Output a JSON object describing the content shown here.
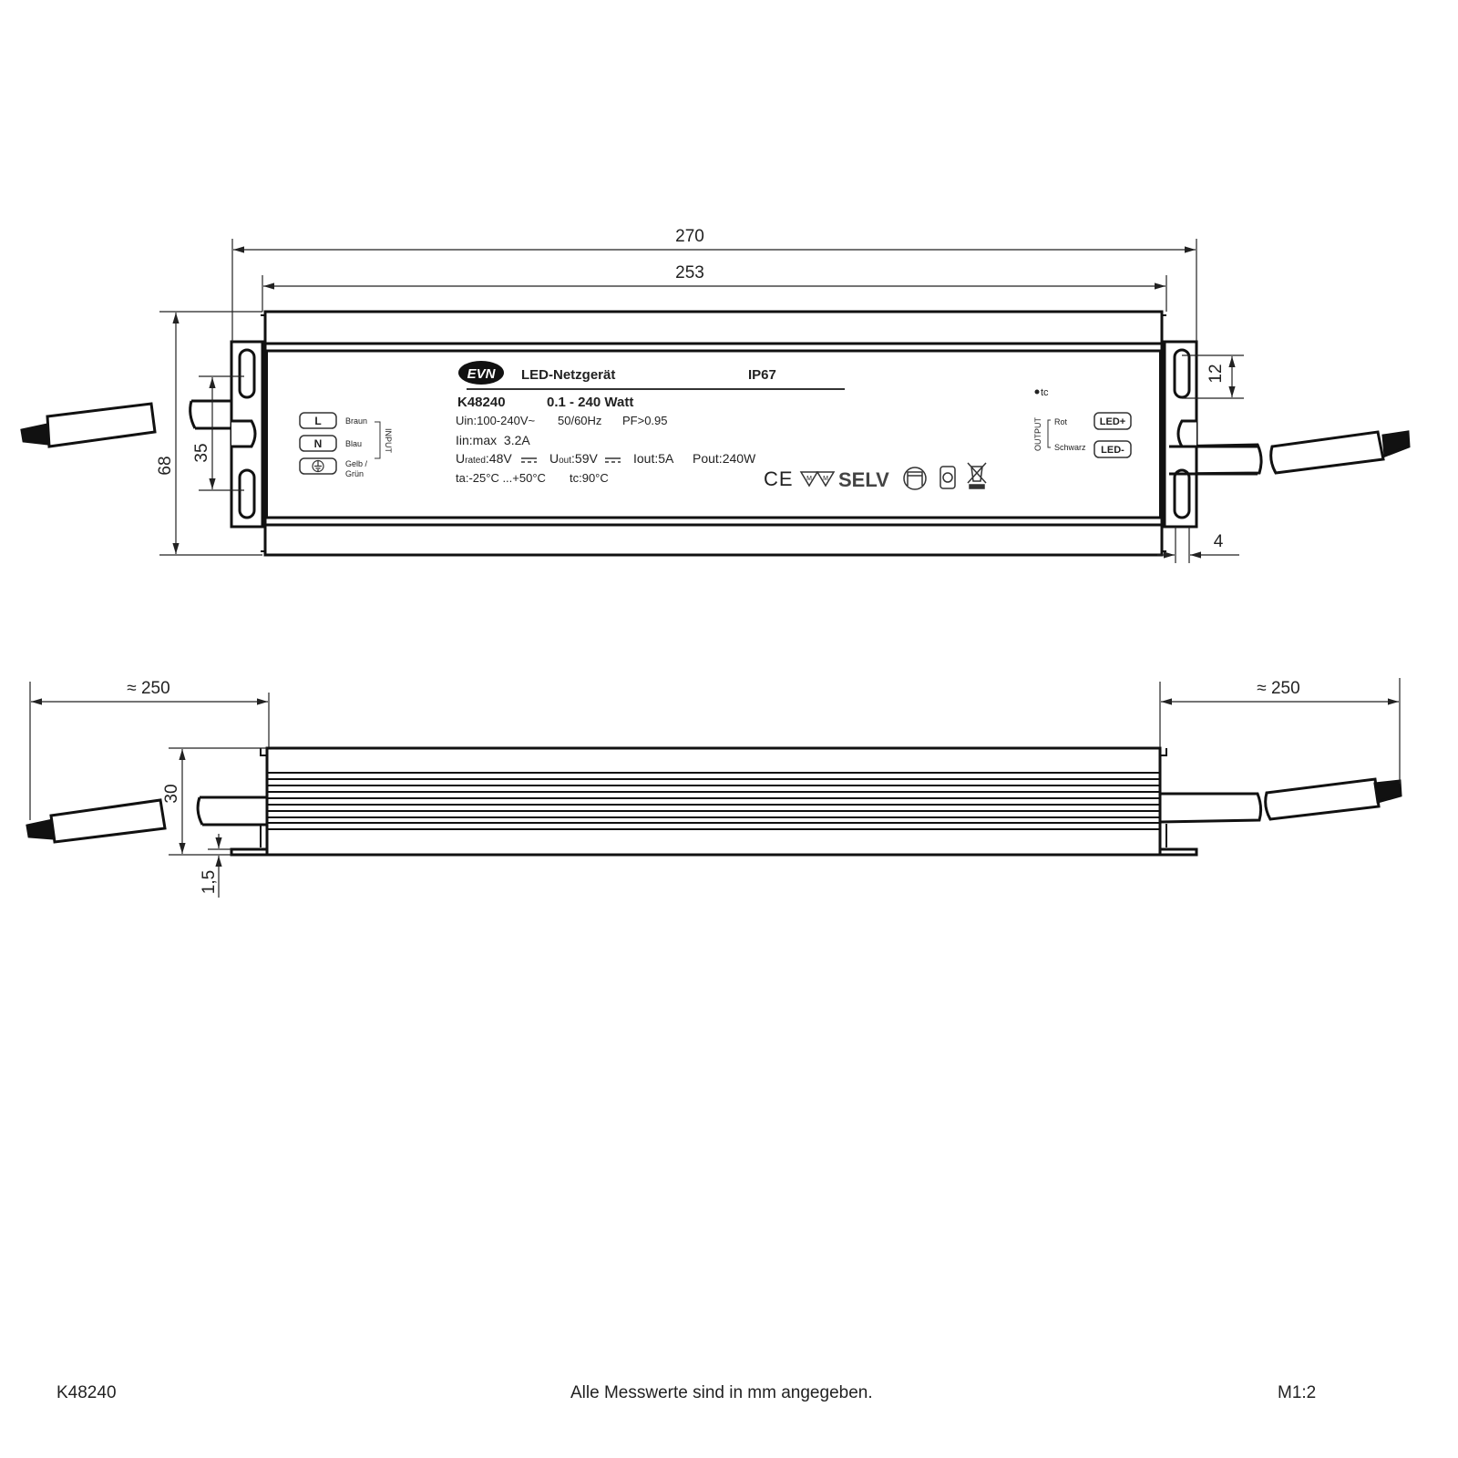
{
  "dimensions": {
    "overall_length": "270",
    "body_length": "253",
    "height": "68",
    "slot_spacing": "35",
    "slot_length": "12",
    "bracket_width": "4",
    "cable_left": "≈ 250",
    "cable_right": "≈ 250",
    "depth": "30",
    "base_thickness": "1,5"
  },
  "label": {
    "brand_logo": "EVN",
    "title": "LED-Netzgerät",
    "ip_rating": "IP67",
    "model": "K48240",
    "power_range": "0.1 - 240 Watt",
    "input_line": "Uin:100-240V~",
    "frequency": "50/60Hz",
    "power_factor": "PF>0.95",
    "input_current": "Iin:max  3.2A",
    "u_rated_prefix": "U",
    "u_rated_sub": "rated",
    "u_rated_value": ":48V",
    "u_out_prefix": "U",
    "u_out_sub": "out",
    "u_out_value": ":59V",
    "i_out": "Iout:5A",
    "p_out": "Pout:240W",
    "ta": "ta:-25°C ...+50°C",
    "tc": "tc:90°C",
    "tc_point": "tc",
    "selv": "SELV",
    "ce": "CE",
    "input": {
      "heading": "INPUT",
      "terminals": [
        {
          "symbol": "L",
          "color": "Braun"
        },
        {
          "symbol": "N",
          "color": "Blau"
        },
        {
          "symbol": "earth-icon",
          "color": "Gelb /",
          "color2": "Grün"
        }
      ]
    },
    "output": {
      "heading": "OUTPUT",
      "terminals": [
        {
          "symbol": "LED+",
          "color": "Rot"
        },
        {
          "symbol": "LED-",
          "color": "Schwarz"
        }
      ]
    }
  },
  "footer": {
    "article": "K48240",
    "note": "Alle Messwerte sind in mm angegeben.",
    "scale": "M1:2"
  }
}
